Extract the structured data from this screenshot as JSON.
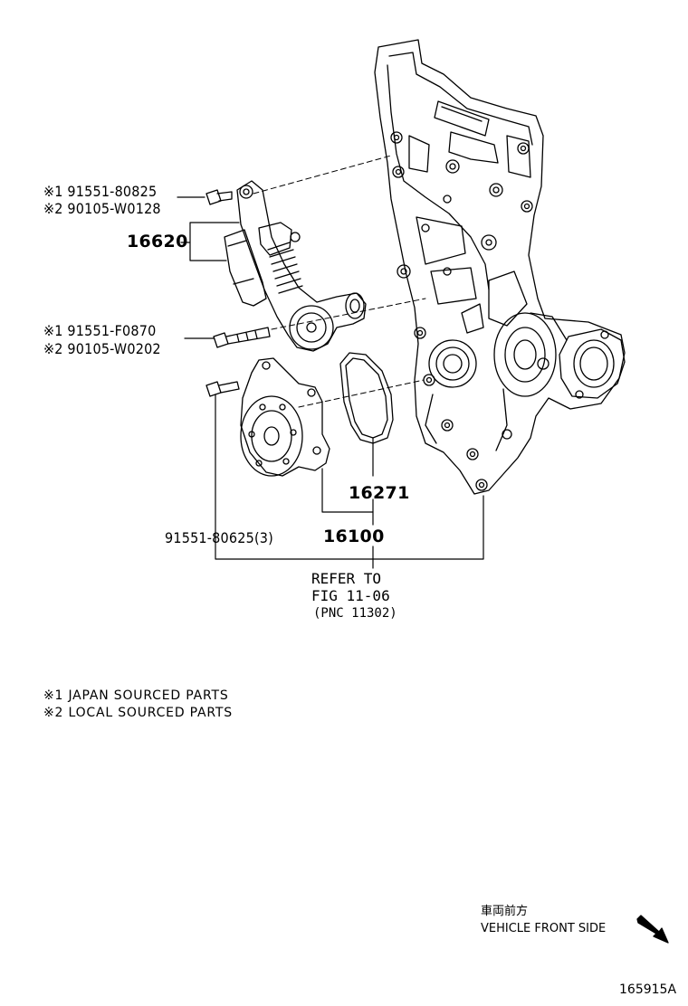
{
  "parts": {
    "bolt_top_jp": "※1 91551-80825",
    "bolt_top_local": "※2 90105-W0128",
    "tensioner": "16620",
    "bolt_mid_jp": "※1 91551-F0870",
    "bolt_mid_local": "※2 90105-W0202",
    "gasket": "16271",
    "bolt_pump": "91551-80625(3)",
    "water_pump": "16100"
  },
  "reference": {
    "line1": "REFER TO",
    "line2": "FIG 11-06",
    "line3": "(PNC 11302)"
  },
  "notes": {
    "note1": "※1 JAPAN SOURCED PARTS",
    "note2": "※2 LOCAL SOURCED PARTS"
  },
  "direction": {
    "jp": "車両前方",
    "en": "VEHICLE FRONT SIDE"
  },
  "illustration_id": "165915A"
}
